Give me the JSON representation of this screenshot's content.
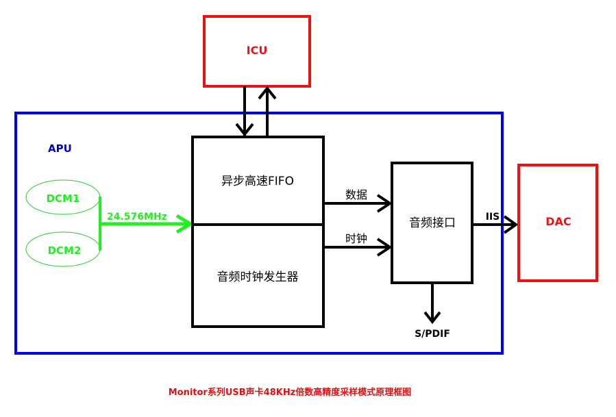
{
  "diagram": {
    "caption": "Monitor系列USB声卡48KHz倍数高精度采样模式原理框图",
    "colors": {
      "external_block": "#ee1111",
      "apu_border": "#0000ee",
      "clock_source": "#22ee22",
      "internal_block": "#000000",
      "caption": "#dd1111"
    },
    "blocks": {
      "icu": {
        "label": "ICU"
      },
      "apu": {
        "label": "APU"
      },
      "dcm1": {
        "label": "DCM1"
      },
      "dcm2": {
        "label": "DCM2"
      },
      "fifo": {
        "label": "异步高速FIFO"
      },
      "clock_gen": {
        "label": "音频时钟发生器"
      },
      "audio_if": {
        "label": "音频接口"
      },
      "dac": {
        "label": "DAC"
      }
    },
    "signals": {
      "clock_freq": "24.576MHz",
      "data": "数据",
      "clock": "时钟",
      "iis": "IIS",
      "spdif": "S/PDIF"
    }
  }
}
